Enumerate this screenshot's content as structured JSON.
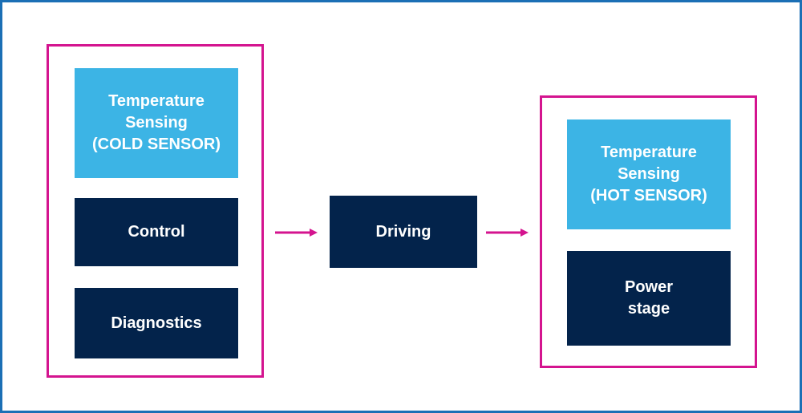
{
  "diagram": {
    "colors": {
      "frame_border": "#1b6fb5",
      "group_border": "#d4148f",
      "arrow": "#d4148f",
      "light_block": "#3cb4e5",
      "dark_block": "#03234b",
      "text": "#ffffff"
    },
    "left_group": {
      "cold_sensor": "Temperature\nSensing\n(COLD SENSOR)",
      "control": "Control",
      "diagnostics": "Diagnostics"
    },
    "middle": {
      "driving": "Driving"
    },
    "right_group": {
      "hot_sensor": "Temperature\nSensing\n(HOT SENSOR)",
      "power_stage": "Power\nstage"
    },
    "connections": [
      {
        "from": "left-group",
        "to": "driving-block",
        "icon": "arrow-right-icon"
      },
      {
        "from": "driving-block",
        "to": "right-group",
        "icon": "arrow-right-icon"
      }
    ]
  }
}
